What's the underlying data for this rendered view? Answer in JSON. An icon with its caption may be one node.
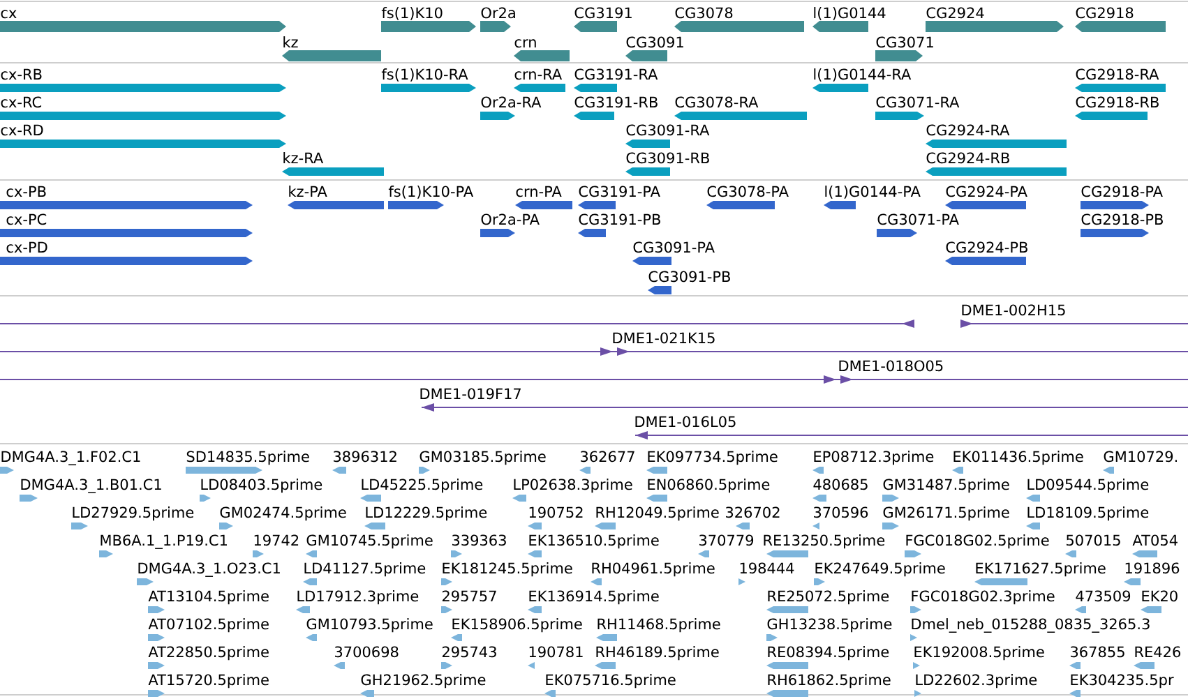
{
  "diagram": {
    "labels": [
      "cx",
      "fs(1)K10",
      "Or2a",
      "CG3191",
      "CG3078",
      "l(1)G0144",
      "CG2924",
      "CG2918",
      "kz",
      "crn",
      "CG3091",
      "CG3071",
      "cx-RB",
      "fs(1)K10-RA",
      "crn-RA",
      "CG3191-RA",
      "l(1)G0144-RA",
      "CG2918-RA",
      "cx-RC",
      "Or2a-RA",
      "CG3191-RB",
      "CG3078-RA",
      "CG3071-RA",
      "CG2918-RB",
      "cx-RD",
      "CG3091-RA",
      "CG2924-RA",
      "kz-RA",
      "CG3091-RB",
      "CG2924-RB",
      "cx-PB",
      "kz-PA",
      "fs(1)K10-PA",
      "crn-PA",
      "CG3191-PA",
      "CG3078-PA",
      "l(1)G0144-PA",
      "CG2924-PA",
      "CG2918-PA",
      "cx-PC",
      "Or2a-PA",
      "CG3191-PB",
      "CG3071-PA",
      "CG2918-PB",
      "cx-PD",
      "CG3091-PA",
      "CG2924-PB",
      "CG3091-PB",
      "DME1-002H15",
      "DME1-021K15",
      "DME1-018O05",
      "DME1-019F17",
      "DME1-016L05",
      "DMG4A.3_1.F02.C1",
      "SD14835.5prime",
      "3896312",
      "GM03185.5prime",
      "362677",
      "EK097734.5prime",
      "EP08712.3prime",
      "EK011436.5prime",
      "GM10729.",
      "DMG4A.3_1.B01.C1",
      "LD08403.5prime",
      "LD45225.5prime",
      "LP02638.3prime",
      "EN06860.5prime",
      "480685",
      "GM31487.5prime",
      "LD09544.5prime",
      "LD27929.5prime",
      "GM02474.5prime",
      "LD12229.5prime",
      "190752",
      "RH12049.5prime",
      "326702",
      "370596",
      "GM26171.5prime",
      "LD18109.5prime",
      "MB6A.1_1.P19.C1",
      "19742",
      "GM10745.5prime",
      "339363",
      "EK136510.5prime",
      "370779",
      "RE13250.5prime",
      "FGC018G02.5prime",
      "507015",
      "AT054",
      "DMG4A.3_1.O23.C1",
      "LD41127.5prime",
      "EK181245.5prime",
      "RH04961.5prime",
      "198444",
      "EK247649.5prime",
      "EK171627.5prime",
      "191896",
      "AT13104.5prime",
      "LD17912.3prime",
      "295757",
      "EK136914.5prime",
      "RE25072.5prime",
      "FGC018G02.3prime",
      "473509",
      "EK20",
      "AT07102.5prime",
      "GM10793.5prime",
      "EK158906.5prime",
      "RH11468.5prime",
      "GH13238.5prime",
      "Dmel_neb_015288_0835_3265.3",
      "AT22850.5prime",
      "3700698",
      "295743",
      "190781",
      "RH46189.5prime",
      "RE08394.5prime",
      "EK192008.5prime",
      "367855",
      "RE426",
      "AT15720.5prime",
      "GH21962.5prime",
      "EK075716.5prime",
      "RH61862.5prime",
      "LD22602.3prime",
      "EK304235.5pr"
    ]
  }
}
